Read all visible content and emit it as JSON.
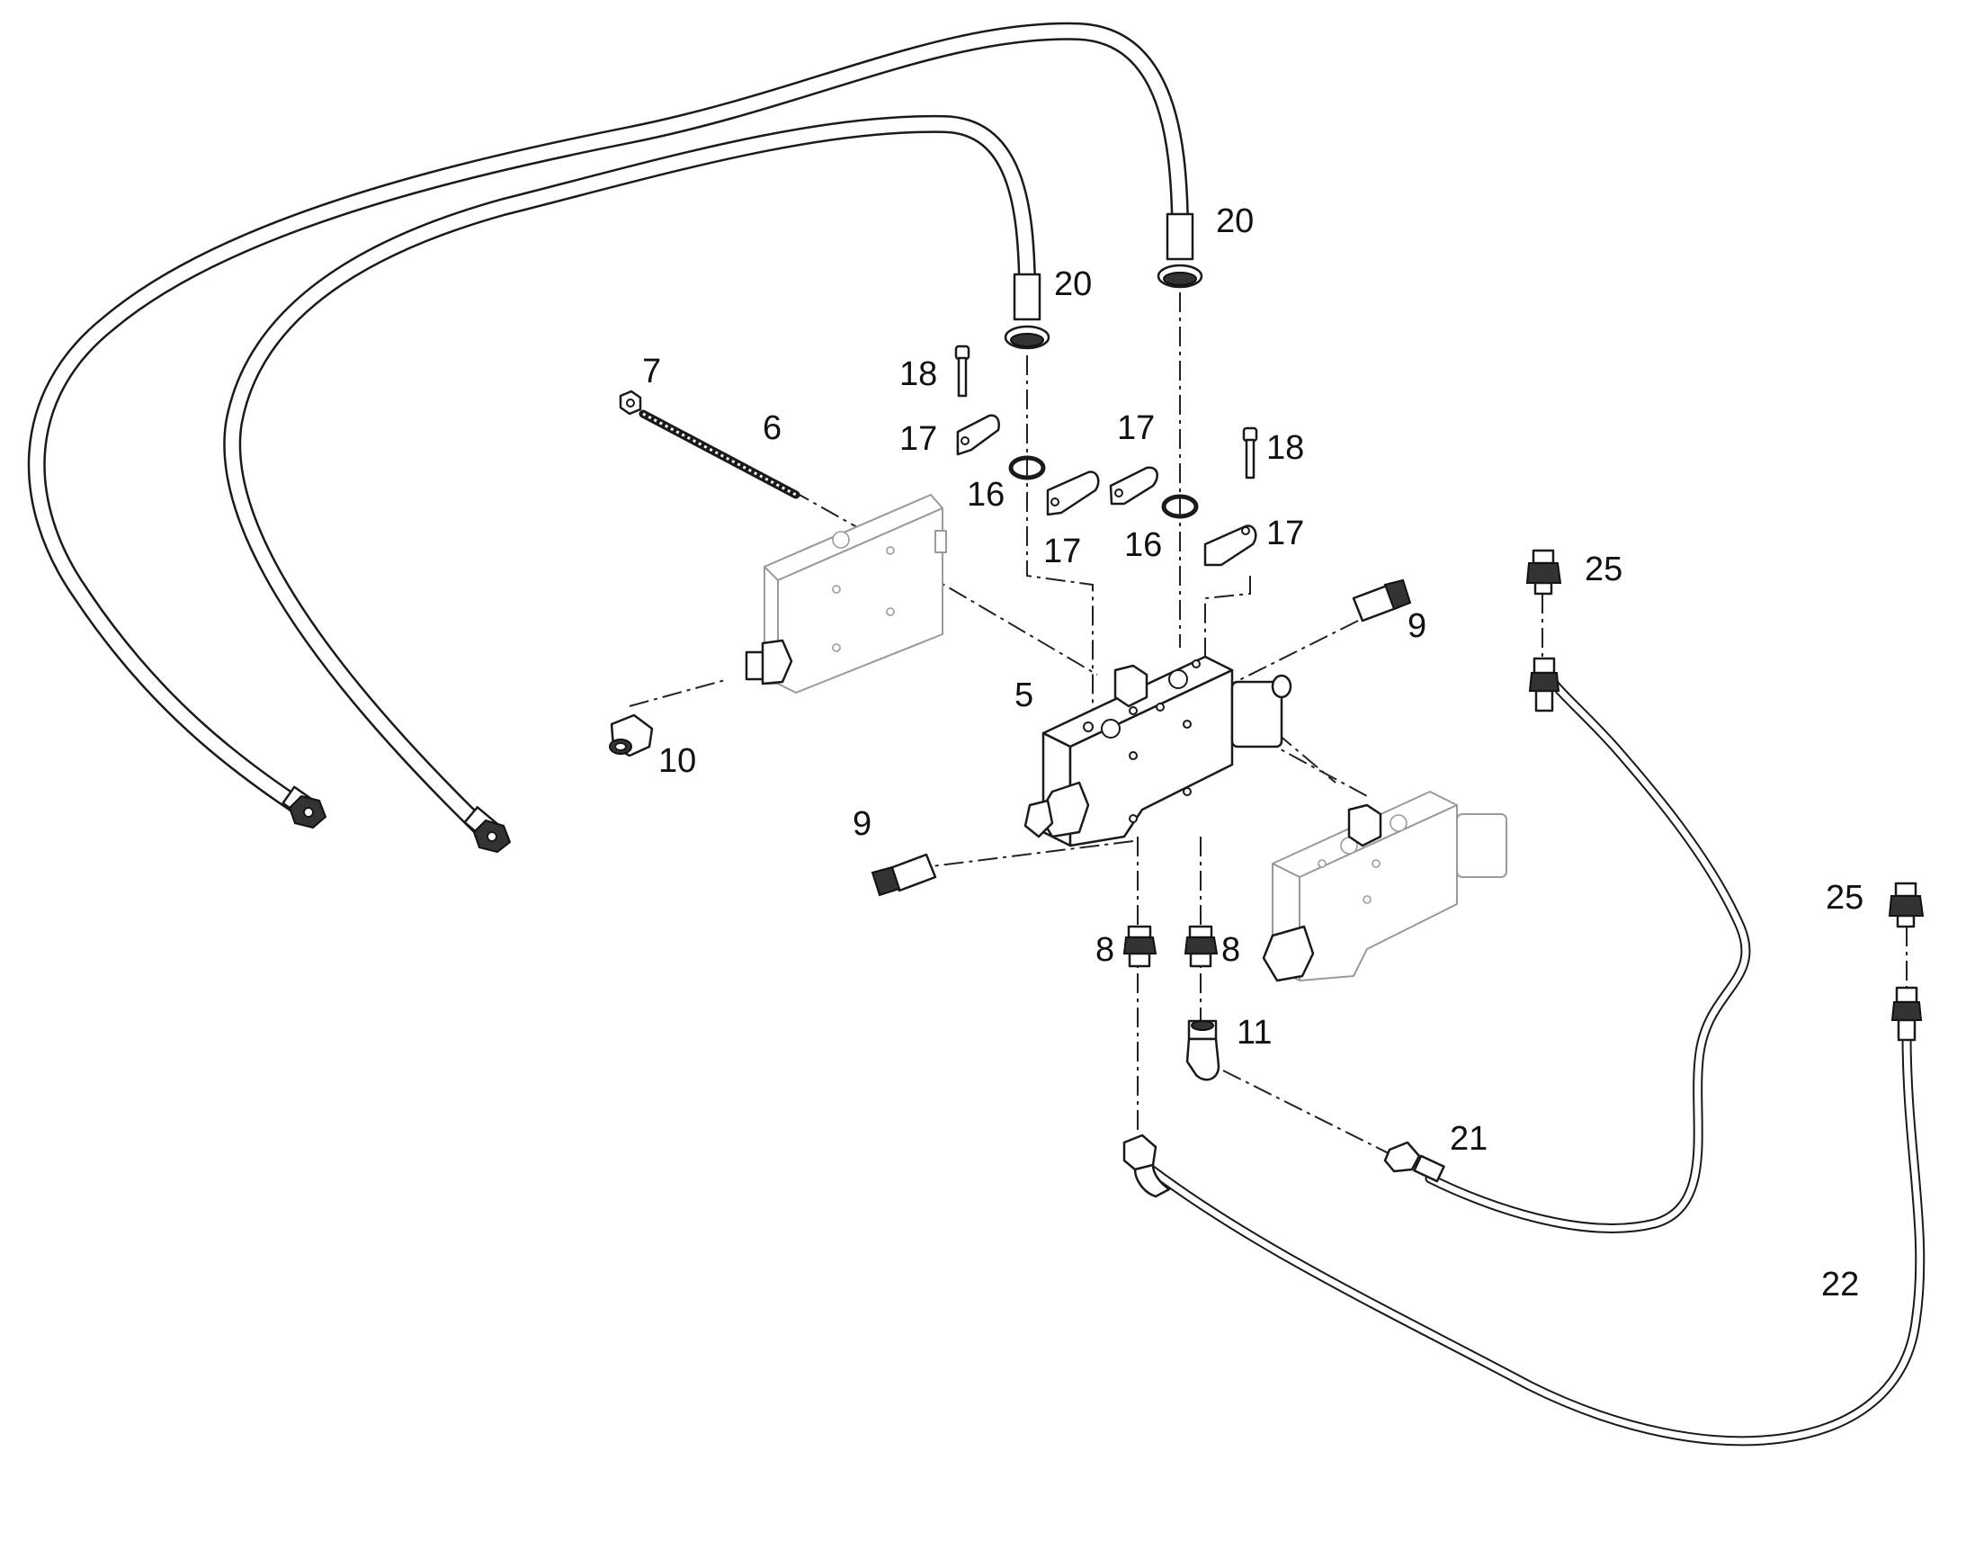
{
  "labels": {
    "l20a": "20",
    "l20b": "20",
    "l7": "7",
    "l6": "6",
    "l18a": "18",
    "l18b": "18",
    "l17a": "17",
    "l17b": "17",
    "l17c": "17",
    "l17d": "17",
    "l16a": "16",
    "l16b": "16",
    "l25a": "25",
    "l25b": "25",
    "l9a": "9",
    "l9b": "9",
    "l5": "5",
    "l10": "10",
    "l8a": "8",
    "l8b": "8",
    "l11": "11",
    "l21": "21",
    "l22": "22"
  },
  "colors": {
    "line": "#1a1a1a",
    "ghost": "#9a9a9a",
    "background": "#ffffff"
  }
}
